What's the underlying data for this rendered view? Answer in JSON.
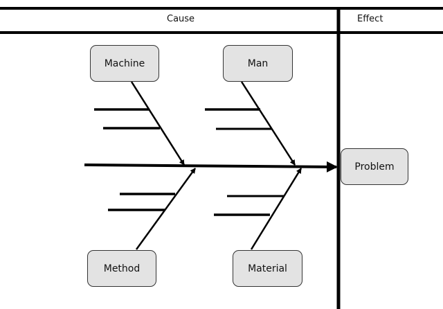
{
  "header": {
    "cause_label": "Cause",
    "effect_label": "Effect"
  },
  "causes": {
    "top_left": "Machine",
    "top_right": "Man",
    "bottom_left": "Method",
    "bottom_right": "Material"
  },
  "effect": {
    "label": "Problem"
  }
}
